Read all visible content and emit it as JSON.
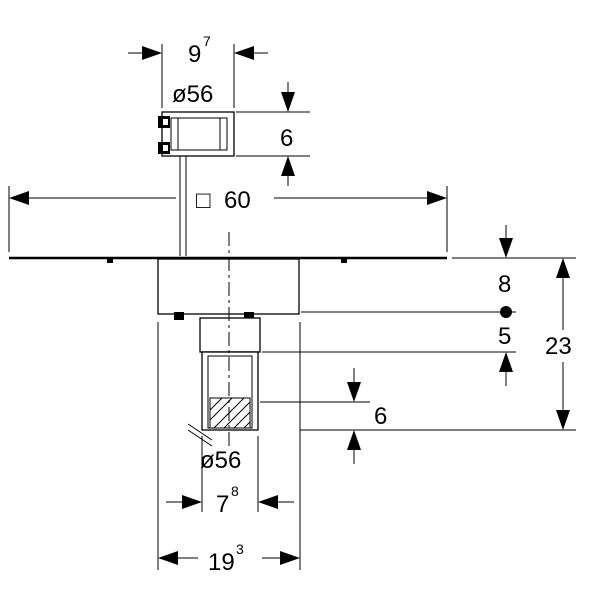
{
  "labels": {
    "top_width_main": "9",
    "top_width_sup": "7",
    "top_diameter": "ø56",
    "top_height": "6",
    "plate_size_symbol": "□",
    "plate_size": "60",
    "mark_8": "8",
    "mark_5": "5",
    "overall_height": "23",
    "lower_height": "6",
    "bottom_diameter": "ø56",
    "inner_width_main": "7",
    "inner_width_sup": "8",
    "outer_width_main": "19",
    "outer_width_sup": "3"
  }
}
